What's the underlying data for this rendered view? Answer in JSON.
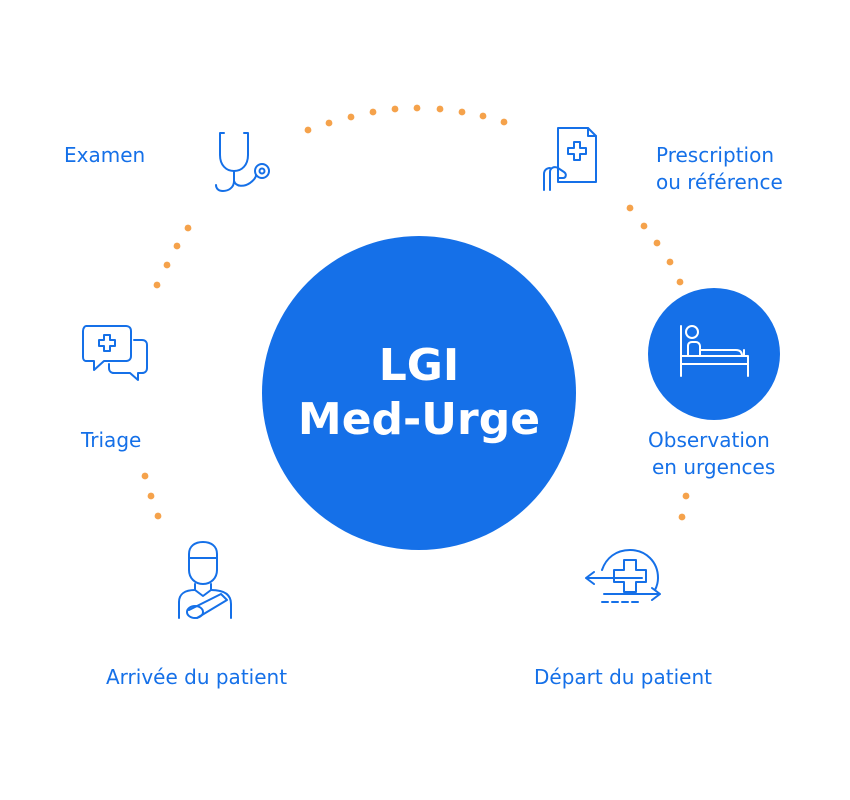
{
  "center": {
    "line1": "LGI",
    "line2": "Med-Urge"
  },
  "steps": {
    "examen": "Examen",
    "prescription_line1": "Prescription",
    "prescription_line2": "ou référence",
    "triage": "Triage",
    "observation_line1": "Observation",
    "observation_line2": "en urgences",
    "arrivee": "Arrivée du patient",
    "depart": "Départ du patient"
  },
  "icons": {
    "examen": "stethoscope-icon",
    "prescription": "medical-document-icon",
    "triage": "chat-medical-icon",
    "observation": "hospital-bed-icon",
    "arrivee": "injured-patient-icon",
    "depart": "hospital-transfer-icon"
  },
  "colors": {
    "accent": "#1570e8",
    "dots": "#f5a24b",
    "background": "#ffffff"
  }
}
